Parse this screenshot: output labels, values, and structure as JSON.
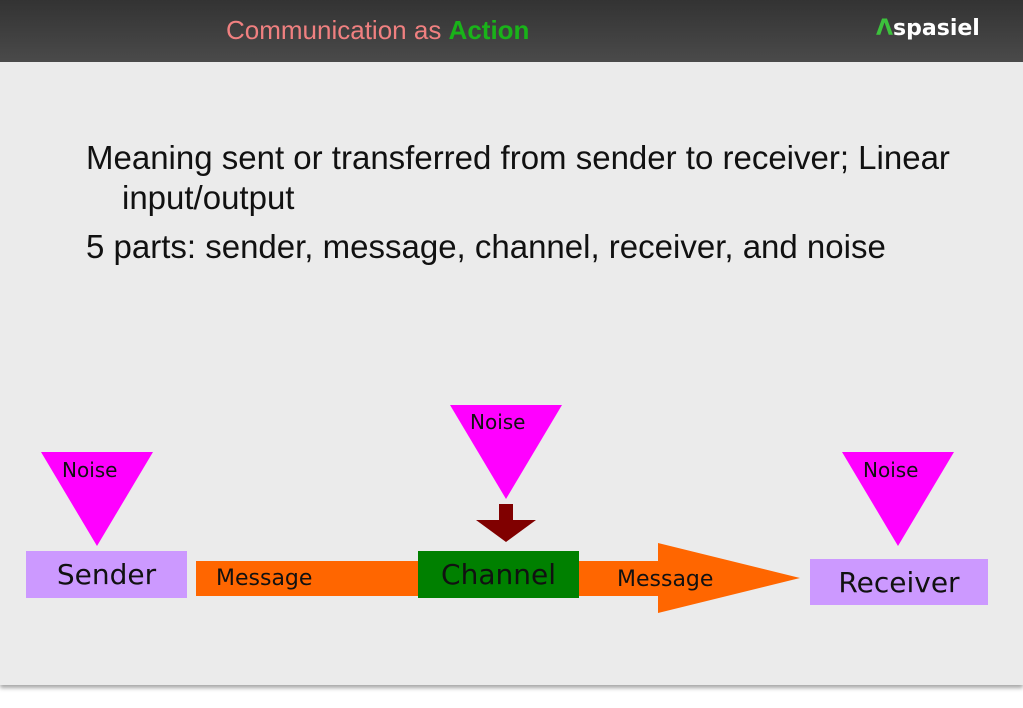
{
  "header": {
    "title_plain": "Communication as ",
    "title_accent": "Action",
    "logo_mark": "Λ",
    "logo_text": "spasiel"
  },
  "bullets": [
    "Meaning sent or transferred from sender to receiver; Linear input/output",
    "5 parts: sender, message, channel, receiver, and noise"
  ],
  "diagram": {
    "sender": "Sender",
    "channel": "Channel",
    "receiver": "Receiver",
    "message_left": "Message",
    "message_right": "Message",
    "noise_left": "Noise",
    "noise_center": "Noise",
    "noise_right": "Noise"
  },
  "colors": {
    "noise_triangle": "#ff00ff",
    "message_arrow": "#ff6600",
    "channel_box": "#008000",
    "endpoint_box": "#cc99ff",
    "noise_arrow": "#800000",
    "title_accent": "#19b319",
    "title_plain": "#f08080"
  }
}
